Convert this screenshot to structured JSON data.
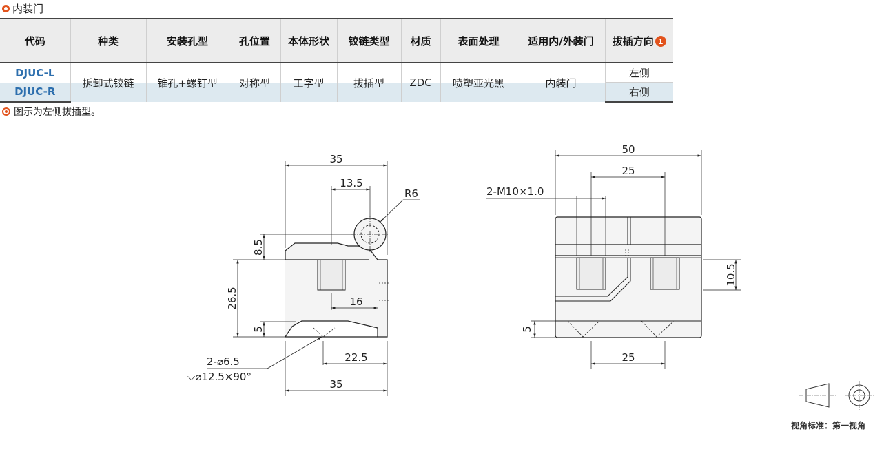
{
  "section_title": "内装门",
  "table": {
    "headers": [
      "代码",
      "种类",
      "安装孔型",
      "孔位置",
      "本体形状",
      "铰链类型",
      "材质",
      "表面处理",
      "适用内/外装门",
      "拔插方向"
    ],
    "header_badge": "1",
    "codes": [
      "DJUC-L",
      "DJUC-R"
    ],
    "type": "拆卸式铰链",
    "hole_type": "锥孔+螺钉型",
    "hole_position": "对称型",
    "body_shape": "工字型",
    "hinge_type": "拔插型",
    "material": "ZDC",
    "surface": "喷塑亚光黑",
    "door": "内装门",
    "directions": [
      "左侧",
      "右侧"
    ]
  },
  "note": "图示为左侧拔插型。",
  "left_view": {
    "dims": {
      "top_width": "35",
      "offset": "13.5",
      "radius": "R6",
      "h1": "8.5",
      "h2": "26.5",
      "inner": "16",
      "h3": "5",
      "hole_spec": "2-⌀6.5",
      "csk_spec": "⌵⌀12.5×90°",
      "bottom_offset": "22.5",
      "bottom_width": "35"
    }
  },
  "right_view": {
    "dims": {
      "top_width": "50",
      "spacing": "25",
      "thread": "2-M10×1.0",
      "height": "10.5",
      "h3": "5",
      "bottom_spacing": "25"
    }
  },
  "projection_label": "视角标准：第一视角",
  "colors": {
    "accent": "#e2531d",
    "code_blue": "#2d6fae",
    "header_bg": "#ececec",
    "row_alt": "#dde9f0"
  }
}
